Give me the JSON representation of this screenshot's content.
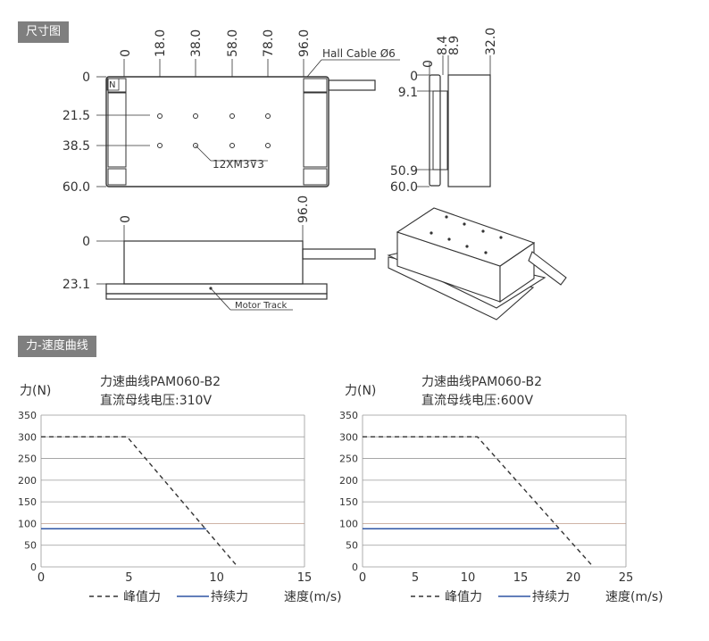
{
  "sections": {
    "dimensions": "尺寸图",
    "force_speed": "力-速度曲线"
  },
  "top_view": {
    "x_ticks": [
      "0",
      "18.0",
      "38.0",
      "58.0",
      "78.0",
      "96.0"
    ],
    "y_ticks": [
      "0",
      "21.5",
      "38.5",
      "60.0"
    ],
    "hall_cable": "Hall Cable Ø6",
    "hole_note": "12XM3⊽3",
    "n_mark": "N"
  },
  "side_view": {
    "x_ticks": [
      "0",
      "8.4",
      "8.9",
      "32.0"
    ],
    "y_ticks": [
      "0",
      "9.1",
      "50.9",
      "60.0"
    ]
  },
  "front_view": {
    "x_ticks": [
      "0",
      "96.0"
    ],
    "y_ticks": [
      "0",
      "23.1"
    ],
    "motor_track": "Motor Track"
  },
  "chart_data": [
    {
      "type": "line",
      "title": "力速曲线PAM060-B2",
      "subtitle": "直流母线电压:310V",
      "ylabel": "力(N)",
      "xlabel": "速度(m/s)",
      "xlim": [
        0,
        15
      ],
      "ylim": [
        0,
        350
      ],
      "x_ticks": [
        "0",
        "5",
        "10",
        "15"
      ],
      "y_ticks": [
        "0",
        "50",
        "100",
        "150",
        "200",
        "250",
        "300",
        "350"
      ],
      "series": [
        {
          "name": "峰值力",
          "style": "dashed",
          "color": "#333333",
          "x": [
            0,
            4.9,
            11.2
          ],
          "y": [
            300,
            300,
            0
          ]
        },
        {
          "name": "持续力",
          "style": "solid",
          "color": "#2f55a4",
          "x": [
            0,
            9.4
          ],
          "y": [
            88,
            88
          ]
        }
      ],
      "legend": "bottom"
    },
    {
      "type": "line",
      "title": "力速曲线PAM060-B2",
      "subtitle": "直流母线电压:600V",
      "ylabel": "力(N)",
      "xlabel": "速度(m/s)",
      "xlim": [
        0,
        25
      ],
      "ylim": [
        0,
        350
      ],
      "x_ticks": [
        "0",
        "5",
        "10",
        "15",
        "20",
        "25"
      ],
      "y_ticks": [
        "0",
        "50",
        "100",
        "150",
        "200",
        "250",
        "300",
        "350"
      ],
      "series": [
        {
          "name": "峰值力",
          "style": "dashed",
          "color": "#333333",
          "x": [
            0,
            10.9,
            21.9
          ],
          "y": [
            300,
            300,
            0
          ]
        },
        {
          "name": "持续力",
          "style": "solid",
          "color": "#2f55a4",
          "x": [
            0,
            18.6
          ],
          "y": [
            88,
            88
          ]
        }
      ],
      "legend": "bottom"
    }
  ]
}
